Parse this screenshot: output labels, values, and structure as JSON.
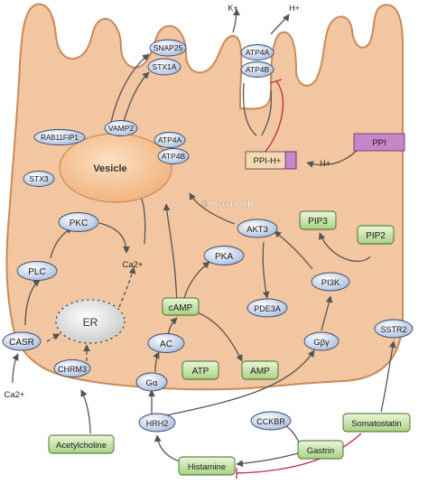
{
  "labels": {
    "snap25": "SNAP25",
    "stx1a": "STX1A",
    "vamp2": "VAMP2",
    "rab11fip1": "RAB11FIP1",
    "stx3": "STX3",
    "atp4a_vesicle": "ATP4A",
    "atp4b_vesicle": "ATP4B",
    "vesicle": "Vesicle",
    "atp4a_top": "ATP4A",
    "atp4b_top": "ATP4B",
    "k_plus": "K+",
    "h_plus_top": "H+",
    "ppi_h": "PPI-H+",
    "ppi": "PPI",
    "h_plus_mid": "H+",
    "watermark": "© PharmGKB",
    "pkc": "PKC",
    "plc": "PLC",
    "ca_inner": "Ca2+",
    "er": "ER",
    "casr": "CASR",
    "ca_outer": "Ca2+",
    "chrm3": "CHRM3",
    "acetylcholine": "Acetylcholine",
    "pka": "PKA",
    "camp": "cAMP",
    "ac": "AC",
    "galpha": "Gα",
    "atp": "ATP",
    "amp": "AMP",
    "akt3": "AKT3",
    "pde3a": "PDE3A",
    "pip3": "PIP3",
    "pip2": "PIP2",
    "pi3k": "PI3K",
    "gbetagamma": "Gβγ",
    "sstr2": "SSTR2",
    "hrh2": "HRH2",
    "cckbr": "CCKBR",
    "somatostatin": "Somatostatin",
    "gastrin": "Gastrin",
    "histamine": "Histamine"
  },
  "colors": {
    "cell_fill": "#f2c6a0",
    "cell_stroke": "#c98a5a",
    "protein_fill": "#c9d6ec",
    "protein_stroke": "#3a4a6a",
    "metabolite_fill": "#cfe6b0",
    "metabolite_stroke": "#3e6a2a",
    "drug_fill": "#c884c8",
    "ppi_h_fill": "#f4d9b0",
    "inhibit": "#c0304a",
    "arrow": "#555555",
    "vesicle_fill": "#f6c99a",
    "er_fill": "#e6e6e6"
  }
}
